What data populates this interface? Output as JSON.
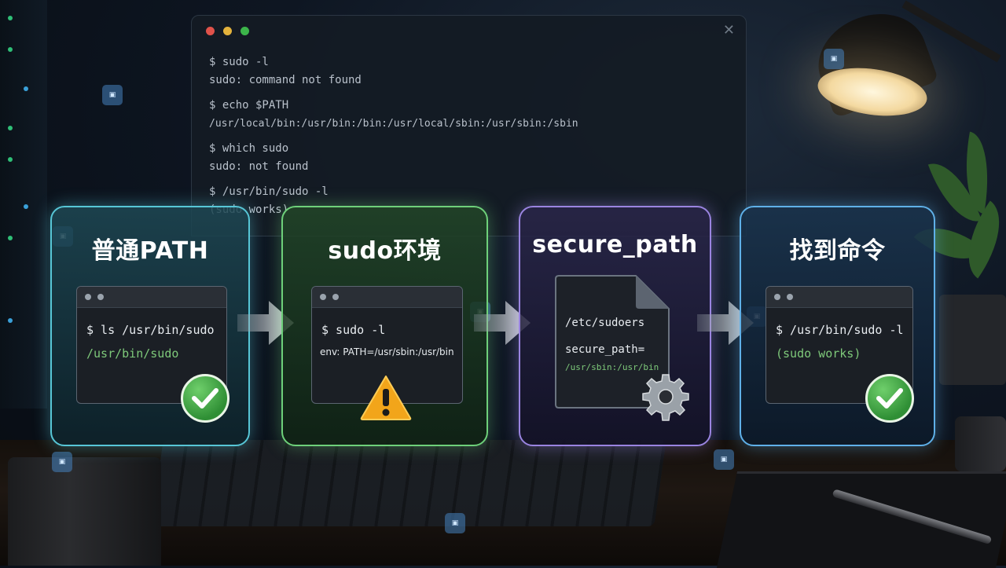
{
  "bg_terminal": {
    "lines": [
      {
        "text": "$ sudo -l"
      },
      {
        "text": "sudo: command not found"
      },
      {
        "text": "$ echo $PATH"
      },
      {
        "text": "/usr/local/bin:/usr/bin:/bin:/usr/local/sbin:/usr/sbin:/sbin"
      },
      {
        "text": "$ which sudo"
      },
      {
        "text": "sudo: not found"
      },
      {
        "text": "$ /usr/bin/sudo -l"
      },
      {
        "text": "(sudo works)"
      }
    ]
  },
  "steps": [
    {
      "title": "普通PATH",
      "line1": "$ ls /usr/bin/sudo",
      "line2": "/usr/bin/sudo",
      "status_icon": "check-icon",
      "accent": "#57c6d6"
    },
    {
      "title": "sudo环境",
      "line1": "$ sudo -l",
      "line2": "env: PATH=/usr/sbin:/usr/bin",
      "status_icon": "warning-icon",
      "accent": "#6ed07a"
    },
    {
      "title": "secure_path",
      "line1": "/etc/sudoers",
      "line2": "secure_path=",
      "line3": "/usr/sbin:/usr/bin",
      "status_icon": "gear-icon",
      "accent": "#9a84e0"
    },
    {
      "title": "找到命令",
      "line1": "$ /usr/bin/sudo -l",
      "line2": "(sudo works)",
      "status_icon": "check-icon",
      "accent": "#5fb0e8"
    }
  ],
  "colors": {
    "ok_green": "#3aa340",
    "warning_amber": "#f2a51a",
    "text_green": "#7ec97a"
  }
}
